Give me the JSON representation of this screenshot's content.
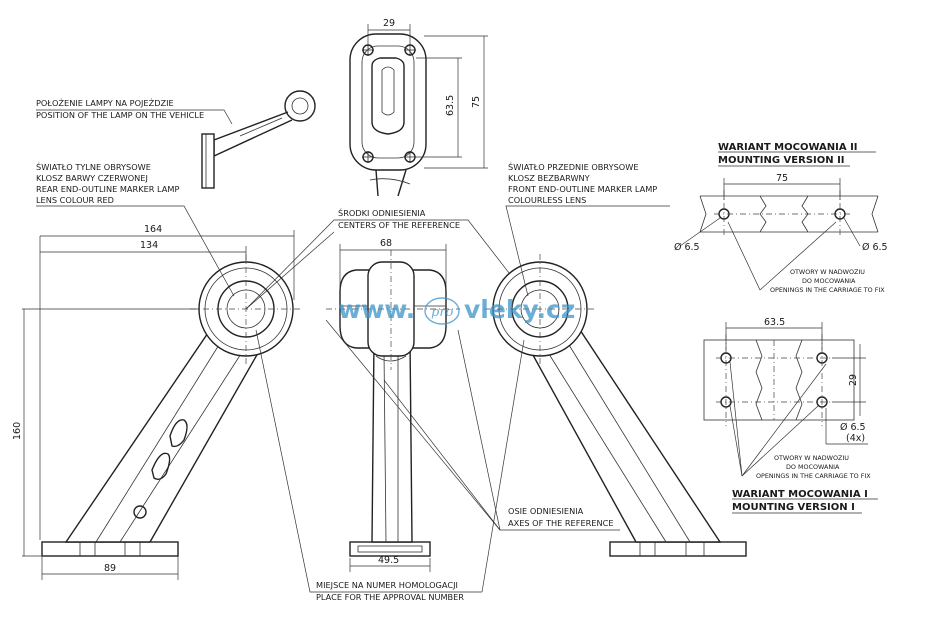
{
  "labels": {
    "position_pl": "POŁOŻENIE LAMPY NA POJEŹDZIE",
    "position_en": "POSITION OF THE LAMP ON THE VEHICLE",
    "rear_l1": "ŚWIATŁO TYLNE OBRYSOWE",
    "rear_l2": "KLOSZ BARWY CZERWONEJ",
    "rear_l3": "REAR END-OUTLINE MARKER LAMP",
    "rear_l4": "LENS COLOUR RED",
    "centers_pl": "ŚRODKI ODNIESIENIA",
    "centers_en": "CENTERS OF THE REFERENCE",
    "front_l1": "ŚWIATŁO PRZEDNIE OBRYSOWE",
    "front_l2": "KLOSZ BEZBARWNY",
    "front_l3": "FRONT END-OUTLINE MARKER LAMP",
    "front_l4": "COLOURLESS LENS",
    "axes_pl": "OSIE ODNIESIENIA",
    "axes_en": "AXES OF THE REFERENCE",
    "homolog_pl": "MIEJSCE NA NUMER HOMOLOGACJI",
    "homolog_en": "PLACE FOR THE APPROVAL NUMBER"
  },
  "dimensions": {
    "top_width": "29",
    "top_inner_height": "63.5",
    "top_height": "75",
    "overall_width": "164",
    "arm_width": "134",
    "height": "160",
    "base_width": "89",
    "lamp_width": "68",
    "base_front_width": "49.5"
  },
  "mounting2": {
    "title_pl": "WARIANT MOCOWANIA II",
    "title_en": "MOUNTING VERSION II",
    "dim_spacing": "75",
    "dia_left": "Ø 6.5",
    "dia_right": "Ø 6.5",
    "note_l1": "OTWORY W NADWOZIU",
    "note_l2": "DO MOCOWANIA",
    "note_l3": "OPENINGS IN THE CARRIAGE TO FIX"
  },
  "mounting1": {
    "title_pl": "WARIANT MOCOWANIA I",
    "title_en": "MOUNTING VERSION I",
    "dim_spacing": "63.5",
    "dim_vertical": "29",
    "dia": "Ø 6.5",
    "count": "(4x)",
    "note_l1": "OTWORY W NADWOZIU",
    "note_l2": "DO MOCOWANIA",
    "note_l3": "OPENINGS IN THE CARRIAGE TO FIX"
  },
  "watermark": {
    "left": "www.",
    "middle": "pro",
    "right": "vleky.cz"
  }
}
